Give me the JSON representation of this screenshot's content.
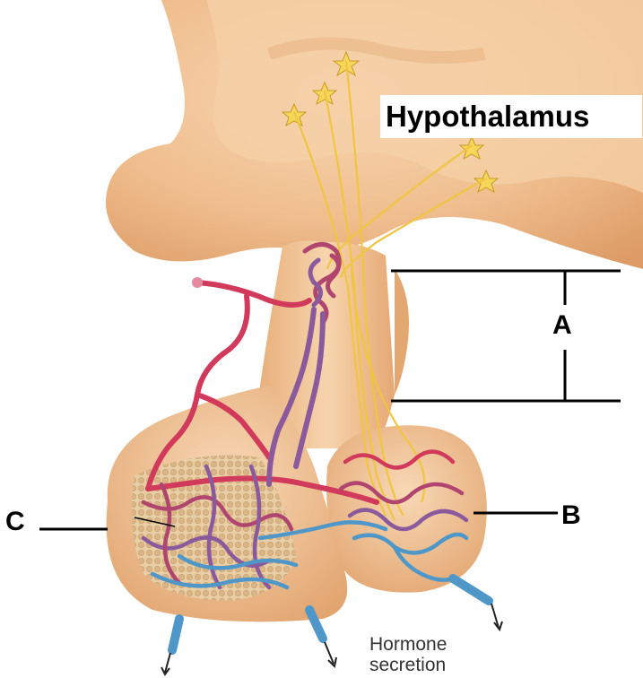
{
  "labels": {
    "hypothalamus": "Hypothalamus",
    "a": "A",
    "b": "B",
    "c": "C",
    "hormone_line1": "Hormone",
    "hormone_line2": "secretion"
  },
  "colors": {
    "tissue_light": "#f3c79c",
    "tissue_mid": "#e7ad79",
    "tissue_dark": "#d8955f",
    "artery": "#d23a5c",
    "vein": "#4f97c9",
    "capillary_mix": "#8a5a9c",
    "nerve": "#f0c540",
    "neuron_star": "#f7d75a",
    "interstitial": "#d8b88a",
    "line": "#000000"
  }
}
